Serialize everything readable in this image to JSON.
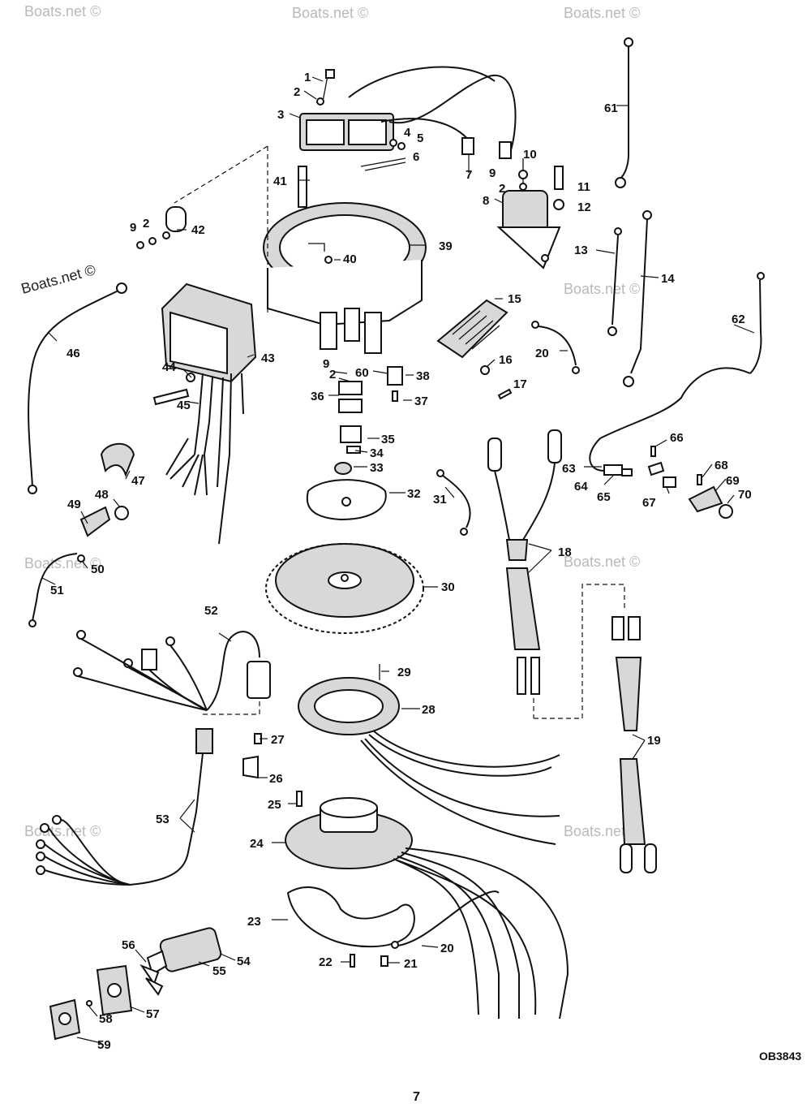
{
  "watermark": "Boats.net ©",
  "diagram_code": "OB3843",
  "page_number": "7",
  "labels": {
    "1": "1",
    "2": "2",
    "3": "3",
    "4": "4",
    "5": "5",
    "6": "6",
    "7": "7",
    "8": "8",
    "9": "9",
    "10": "10",
    "11": "11",
    "12": "12",
    "13": "13",
    "14": "14",
    "15": "15",
    "16": "16",
    "17": "17",
    "18": "18",
    "19": "19",
    "20": "20",
    "21": "21",
    "22": "22",
    "23": "23",
    "24": "24",
    "25": "25",
    "26": "26",
    "27": "27",
    "28": "28",
    "29": "29",
    "30": "30",
    "31": "31",
    "32": "32",
    "33": "33",
    "34": "34",
    "35": "35",
    "36": "36",
    "37": "37",
    "38": "38",
    "39": "39",
    "40": "40",
    "41": "41",
    "42": "42",
    "43": "43",
    "44": "44",
    "45": "45",
    "46": "46",
    "47": "47",
    "48": "48",
    "49": "49",
    "50": "50",
    "51": "51",
    "52": "52",
    "53": "53",
    "54": "54",
    "55": "55",
    "56": "56",
    "57": "57",
    "58": "58",
    "59": "59",
    "60": "60",
    "61": "61",
    "62": "62",
    "63": "63",
    "64": "64",
    "65": "65",
    "66": "66",
    "67": "67",
    "68": "68",
    "69": "69",
    "70": "70"
  }
}
